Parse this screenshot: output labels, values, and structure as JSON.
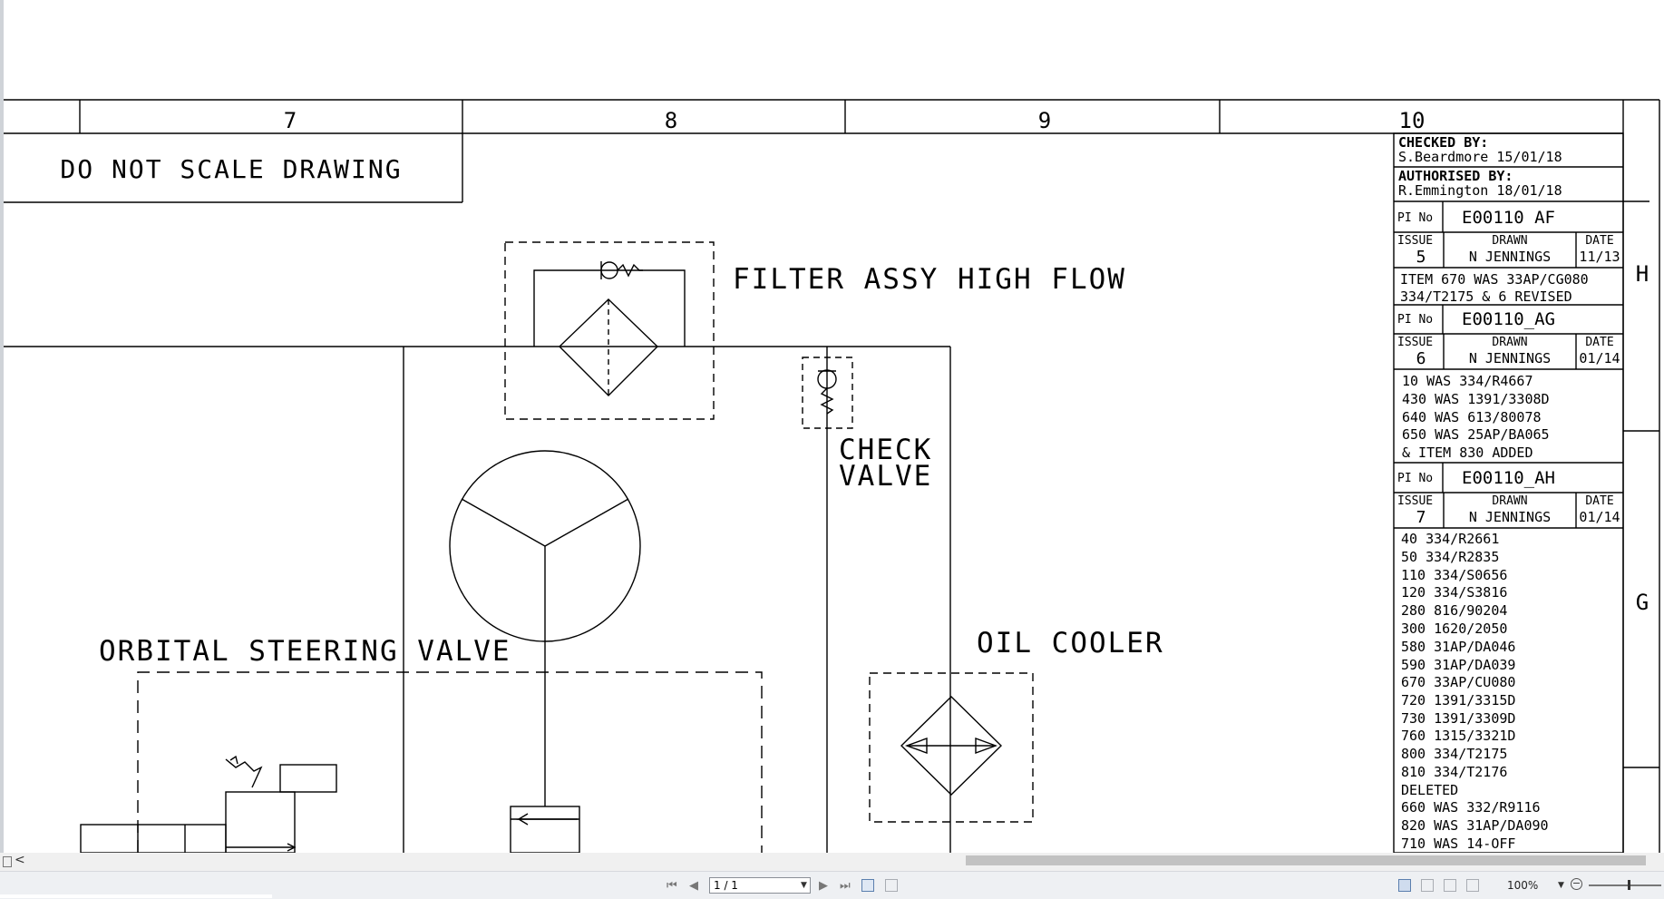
{
  "drawing": {
    "columns": [
      "7",
      "8",
      "9",
      "10"
    ],
    "rows": [
      "H",
      "G"
    ],
    "notice": "DO NOT SCALE DRAWING",
    "labels": {
      "filter": "FILTER ASSY HIGH FLOW",
      "check_line1": "CHECK",
      "check_line2": "VALVE",
      "steering": "ORBITAL STEERING VALVE",
      "cooler": "OIL COOLER"
    }
  },
  "title_block": {
    "checked_label": "CHECKED BY:",
    "checked_value": "S.Beardmore 15/01/18",
    "authorised_label": "AUTHORISED BY:",
    "authorised_value": "R.Emmington 18/01/18",
    "pi_label": "PI No",
    "issue_label": "ISSUE",
    "drawn_label": "DRAWN",
    "date_label": "DATE",
    "revisions": [
      {
        "pi": "E00110 AF",
        "issue": "5",
        "drawn": "N JENNINGS",
        "date": "11/13",
        "notes": [
          "ITEM 670 WAS 33AP/CG080",
          "334/T2175 & 6 REVISED"
        ]
      },
      {
        "pi": "E00110_AG",
        "issue": "6",
        "drawn": "N JENNINGS",
        "date": "01/14",
        "notes": [
          "10 WAS 334/R4667",
          "430 WAS 1391/3308D",
          "640 WAS 613/80078",
          "650 WAS 25AP/BA065",
          "& ITEM 830 ADDED"
        ]
      },
      {
        "pi": "E00110_AH",
        "issue": "7",
        "drawn": "N JENNINGS",
        "date": "01/14",
        "notes": [
          "40 334/R2661",
          "50 334/R2835",
          "110 334/S0656",
          "120 334/S3816",
          "280 816/90204",
          "300 1620/2050",
          "580 31AP/DA046",
          "590 31AP/DA039",
          "670 33AP/CU080",
          "720 1391/3315D",
          "730 1391/3309D",
          "760 1315/3321D",
          "800 334/T2175",
          "810 334/T2176",
          "DELETED",
          "660 WAS 332/R9116",
          "820 WAS 31AP/DA090",
          "710 WAS 14-OFF"
        ]
      }
    ]
  },
  "viewer": {
    "page_value": "1 / 1",
    "zoom": "100%",
    "scroll_left_arrow": "<"
  },
  "colors": {
    "ink": "#000000",
    "statusbar_bg": "#eef0f3",
    "scrollbar_thumb": "#c2c2c2"
  }
}
